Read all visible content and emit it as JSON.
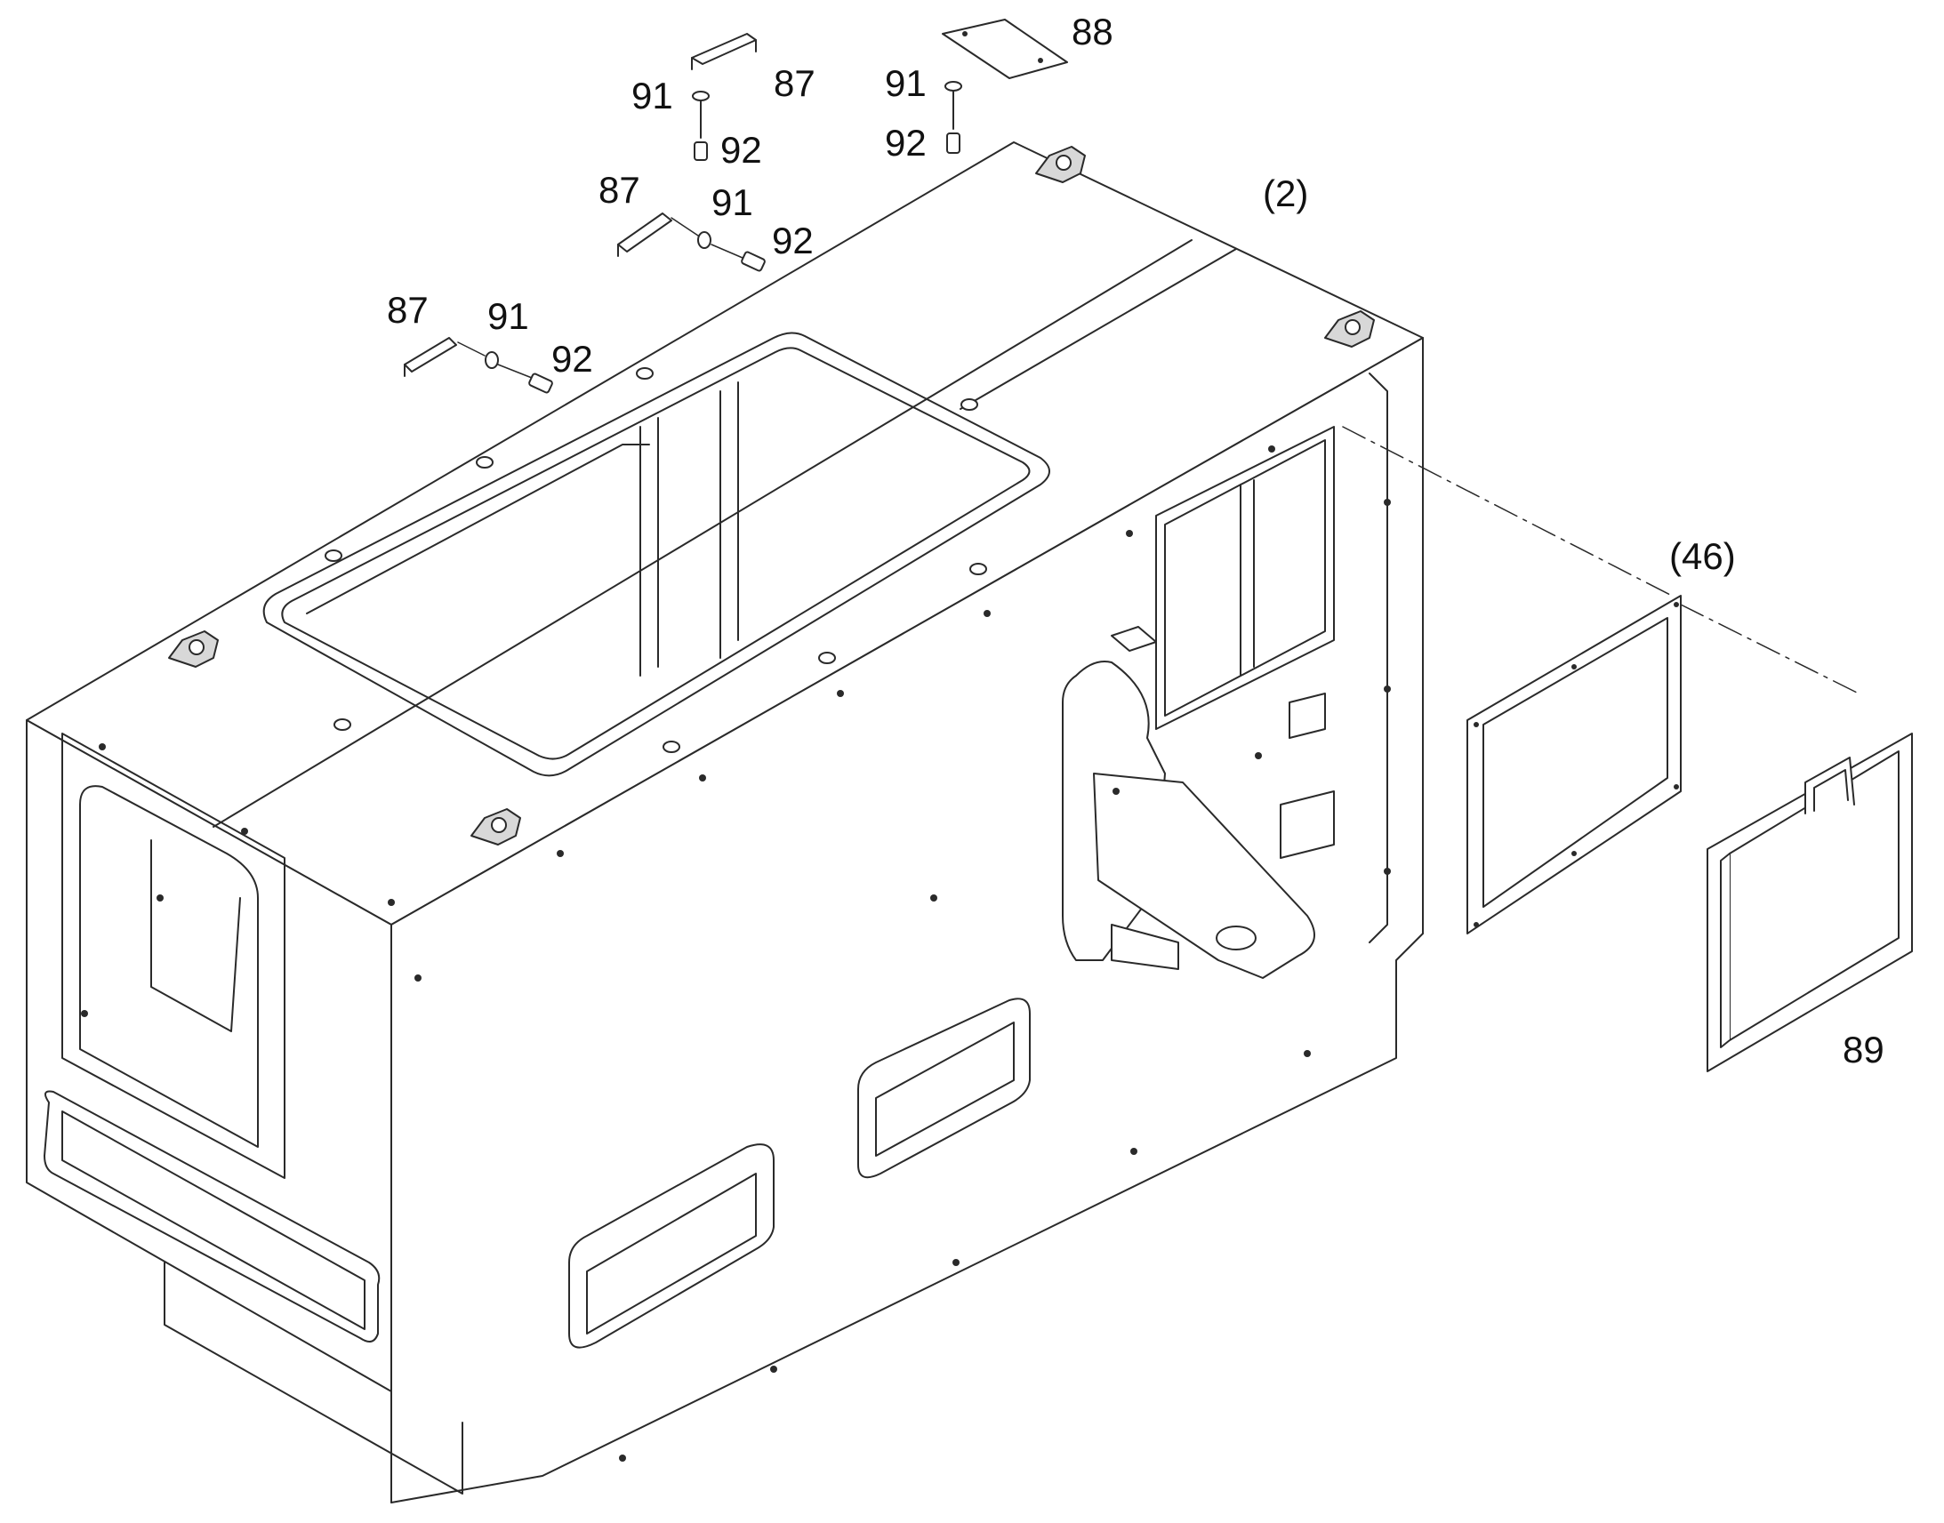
{
  "callouts": {
    "c87_top": "87",
    "c91_top": "91",
    "c92_top": "92",
    "c88": "88",
    "c91_right": "91",
    "c92_right": "92",
    "c2": "(2)",
    "c87_mid": "87",
    "c91_mid": "91",
    "c92_mid": "92",
    "c87_left": "87",
    "c91_left": "91",
    "c92_left": "92",
    "c46": "(46)",
    "c89": "89"
  },
  "colors": {
    "line": "#2a2a2a",
    "paper": "#ffffff",
    "shade": "#8a8a8a"
  }
}
